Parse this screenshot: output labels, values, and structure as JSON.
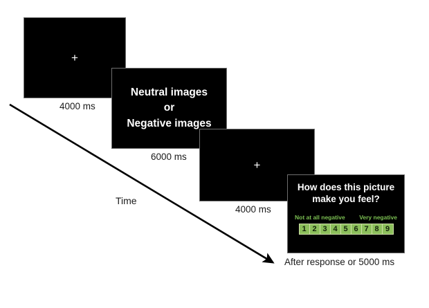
{
  "figure": {
    "background_color": "#ffffff",
    "panel_background": "#000000",
    "panel_border_color": "#6f6f6f",
    "text_color": "#ffffff",
    "caption_color": "#1a1a1a",
    "anchor_color": "#7bbf52",
    "scale_cell_color": "#8cbf5b",
    "scale_frame_color": "#cfe0a8",
    "scale_digit_color": "#14240a"
  },
  "panels": {
    "fixation_1": {
      "fixation_symbol": "+",
      "caption": "4000 ms"
    },
    "stimulus": {
      "line_1": "Neutral images",
      "line_2": "or",
      "line_3": "Negative images",
      "caption": "6000 ms"
    },
    "fixation_2": {
      "fixation_symbol": "+",
      "caption": "4000 ms"
    },
    "rating": {
      "question_line_1": "How does this picture",
      "question_line_2": "make you feel?",
      "anchor_low": "Not at all negative",
      "anchor_high": "Very negative",
      "scale_values": [
        "1",
        "2",
        "3",
        "4",
        "5",
        "6",
        "7",
        "8",
        "9"
      ],
      "caption": "After response or 5000 ms"
    }
  },
  "axis": {
    "label": "Time",
    "arrow_color": "#000000"
  }
}
